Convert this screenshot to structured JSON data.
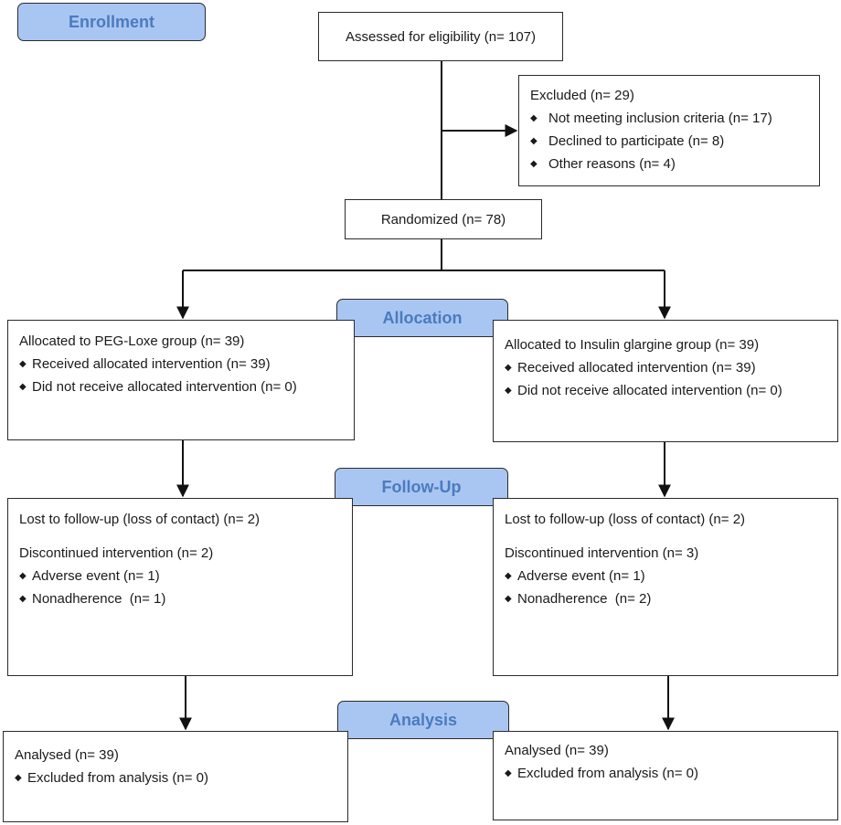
{
  "stages": {
    "enrollment": "Enrollment",
    "allocation": "Allocation",
    "follow_up": "Follow-Up",
    "analysis": "Analysis"
  },
  "assessed": "Assessed for eligibility (n= 107)",
  "excluded": {
    "title": "Excluded (n= 29)",
    "items": [
      "Not meeting inclusion criteria (n= 17)",
      "Declined to participate (n= 8)",
      "Other reasons (n= 4)"
    ]
  },
  "randomized": "Randomized (n= 78)",
  "left_arm": {
    "allocation": {
      "title": "Allocated to PEG-Loxe group (n= 39)",
      "items": [
        "Received allocated intervention (n= 39)",
        "Did not receive allocated intervention (n= 0)"
      ]
    },
    "follow_up": {
      "lost": "Lost to follow-up (loss of contact) (n= 2)",
      "discontinued": "Discontinued intervention (n= 2)",
      "items": [
        "Adverse event (n= 1)",
        "Nonadherence  (n= 1)"
      ]
    },
    "analysis": {
      "title": "Analysed (n= 39)",
      "items": [
        "Excluded from analysis (n= 0)"
      ]
    }
  },
  "right_arm": {
    "allocation": {
      "title": "Allocated to Insulin glargine group (n= 39)",
      "items": [
        "Received allocated intervention (n= 39)",
        "Did not receive allocated intervention (n= 0)"
      ]
    },
    "follow_up": {
      "lost": "Lost to follow-up (loss of contact) (n= 2)",
      "discontinued": "Discontinued intervention (n= 3)",
      "items": [
        "Adverse event (n= 1)",
        "Nonadherence  (n= 2)"
      ]
    },
    "analysis": {
      "title": "Analysed (n= 39)",
      "items": [
        "Excluded from analysis (n= 0)"
      ]
    }
  },
  "bullet_glyph": "◆"
}
